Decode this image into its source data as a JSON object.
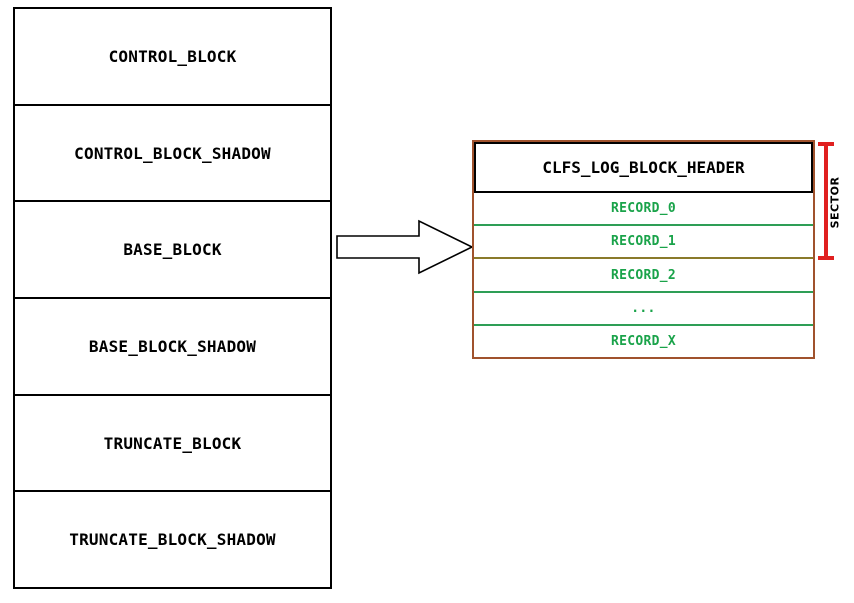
{
  "diagram": {
    "title_not_shown": false,
    "left_column": {
      "name": "clfs-metadata-blocks",
      "border_color": "#000000",
      "rows": [
        {
          "label": "CONTROL_BLOCK"
        },
        {
          "label": "CONTROL_BLOCK_SHADOW"
        },
        {
          "label": "BASE_BLOCK"
        },
        {
          "label": "BASE_BLOCK_SHADOW"
        },
        {
          "label": "TRUNCATE_BLOCK"
        },
        {
          "label": "TRUNCATE_BLOCK_SHADOW"
        }
      ]
    },
    "arrow": {
      "icon": "right-arrow-icon",
      "direction": "right",
      "fill": "#ffffff",
      "stroke": "#000000"
    },
    "right_block": {
      "name": "clfs-log-block",
      "border_color": "#a0522d",
      "header": {
        "label": "CLFS_LOG_BLOCK_HEADER",
        "border_color": "#000000",
        "text_color": "#000000"
      },
      "record_text_color": "#1aa34a",
      "record_divider_color": "#2e9e56",
      "sector_divider_color": "#8a7a2a",
      "records": [
        {
          "label": "RECORD_0",
          "sector_edge": false
        },
        {
          "label": "RECORD_1",
          "sector_edge": true
        },
        {
          "label": "RECORD_2",
          "sector_edge": false
        },
        {
          "label": "...",
          "sector_edge": false
        },
        {
          "label": "RECORD_X",
          "sector_edge": false
        }
      ]
    },
    "sector_annotation": {
      "label": "SECTOR",
      "bracket_color": "#e02020",
      "text_color": "#000000",
      "orientation": "vertical-bottom-to-top"
    }
  }
}
